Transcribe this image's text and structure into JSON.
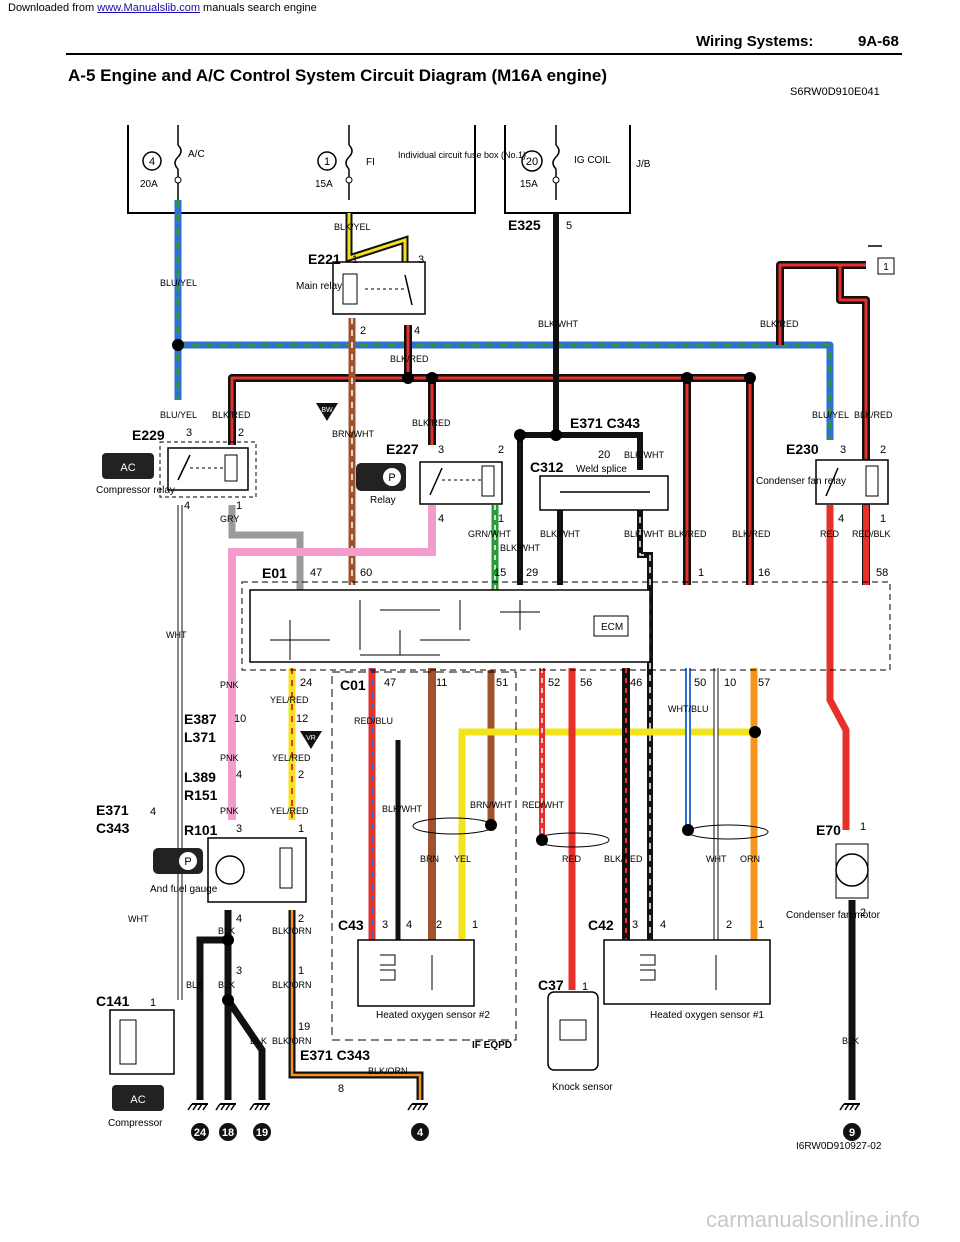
{
  "download_bar": {
    "prefix": "Downloaded from ",
    "link": "www.Manualslib.com",
    "suffix": " manuals search engine"
  },
  "header": {
    "section": "Wiring Systems:",
    "page": "9A-68"
  },
  "title": "A-5 Engine and A/C Control System Circuit Diagram (M16A engine)",
  "title_code": "S6RW0D910E041",
  "figure_code": "I6RW0D910927-02",
  "watermark": "carmanualsonline.info",
  "colors": {
    "blk": "#111111",
    "red": "#e8302a",
    "yel": "#f2e31b",
    "blu": "#2f6fd6",
    "grn": "#2a9a3a",
    "brn": "#a0522d",
    "pnk": "#f29ccd",
    "orn": "#f7941d",
    "wht": "#ffffff",
    "gry": "#9a9a9a"
  },
  "fuses": {
    "ac": {
      "num": "4",
      "name": "A/C",
      "rating": "20A"
    },
    "fi": {
      "num": "1",
      "name": "FI",
      "rating": "15A"
    },
    "fusebox": "Individual circuit fuse box (No.1)",
    "ig": {
      "num": "20",
      "name": "IG COIL",
      "rating": "15A"
    },
    "jb": "J/B"
  },
  "connectors": {
    "e221": "E221",
    "e325": "E325",
    "e229": "E229",
    "e227": "E227",
    "e230": "E230",
    "e371a": "E371 C343",
    "c312": "C312",
    "e01": "E01",
    "c01": "C01",
    "e387": "E387",
    "l371": "L371",
    "l389": "L389",
    "r151": "R151",
    "e371b": "E371",
    "c343b": "C343",
    "r101": "R101",
    "e70": "E70",
    "c43": "C43",
    "c42": "C42",
    "c37": "C37",
    "c141": "C141",
    "e371c": "E371 C343"
  },
  "components": {
    "main_relay": "Main relay",
    "comp_relay": "Compressor relay",
    "relay": "Relay",
    "cond_relay": "Condenser fan relay",
    "weld_splice": "Weld splice",
    "ecm": "ECM",
    "fuel_gauge": "And fuel gauge",
    "cond_motor": "Condenser fan motor",
    "ho2s2": "Heated oxygen sensor #2",
    "ho2s1": "Heated oxygen sensor #1",
    "knock": "Knock sensor",
    "compressor": "Compressor",
    "if_eqpd": "IF EQPD"
  },
  "wires": {
    "blk_yel": "BLK/YEL",
    "blu_yel": "BLU/YEL",
    "blk_wht": "BLK/WHT",
    "blk_red": "BLK/RED",
    "brn_wht": "BRN/WHT",
    "gry": "GRY",
    "grn_wht": "GRN/WHT",
    "wht": "WHT",
    "pnk": "PNK",
    "yel_red": "YEL/RED",
    "red_blu": "RED/BLU",
    "wht_blu": "WHT/BLU",
    "red_wht": "RED/WHT",
    "red": "RED",
    "red_blk": "RED/BLK",
    "blk": "BLK",
    "blk_orn": "BLK/ORN",
    "brn": "BRN",
    "yel": "YEL",
    "orn": "ORN"
  },
  "grounds": [
    "24",
    "18",
    "19",
    "4",
    "9"
  ],
  "arrow_ref": "1"
}
